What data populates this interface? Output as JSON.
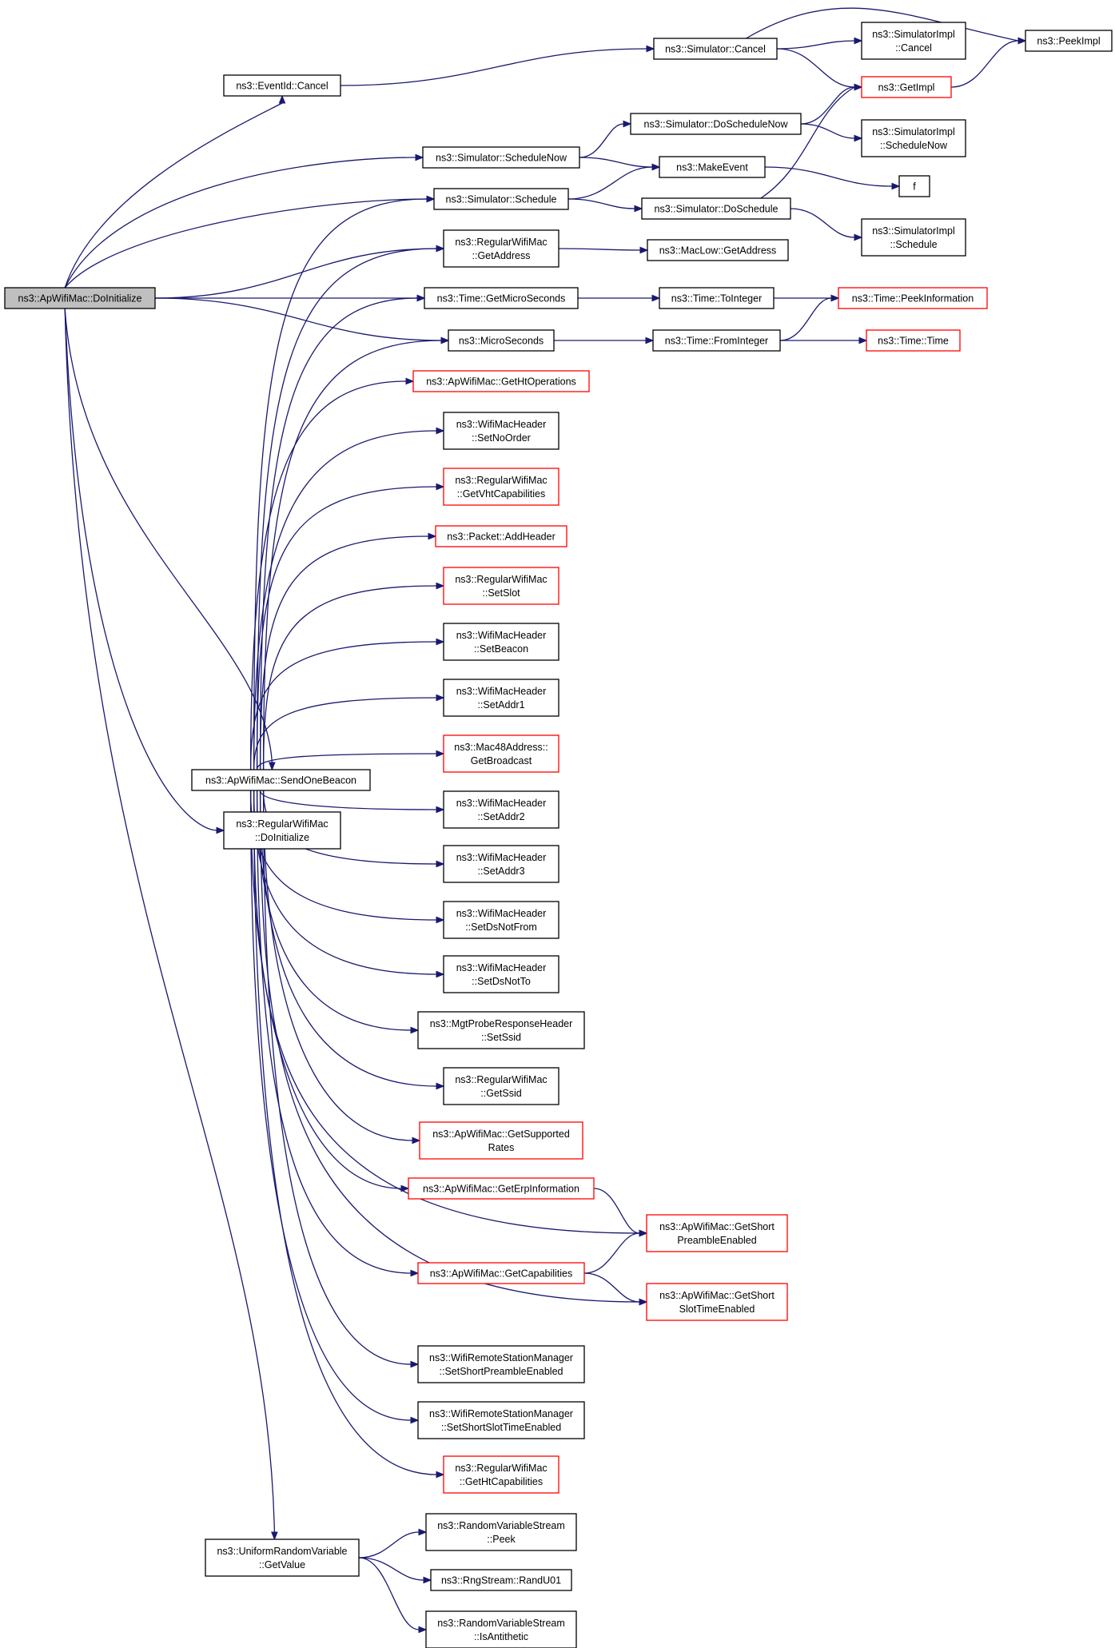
{
  "colors": {
    "edge": "#191970",
    "node_border": "#000000",
    "truncated_border": "#ff0000",
    "root_fill": "#bfbfbf",
    "node_fill": "#ffffff"
  },
  "nodes": [
    {
      "id": "root",
      "lines": [
        "ns3::ApWifiMac::DoInitialize"
      ],
      "root": true,
      "truncated": false
    },
    {
      "id": "eventid_cancel",
      "lines": [
        "ns3::EventId::Cancel"
      ],
      "truncated": false
    },
    {
      "id": "sim_cancel",
      "lines": [
        "ns3::Simulator::Cancel"
      ],
      "truncated": false
    },
    {
      "id": "simimpl_cancel",
      "lines": [
        "ns3::SimulatorImpl",
        "::Cancel"
      ],
      "truncated": false
    },
    {
      "id": "peekimpl",
      "lines": [
        "ns3::PeekImpl"
      ],
      "truncated": false
    },
    {
      "id": "getimpl",
      "lines": [
        "ns3::GetImpl"
      ],
      "truncated": true
    },
    {
      "id": "sim_doschedulenow",
      "lines": [
        "ns3::Simulator::DoScheduleNow"
      ],
      "truncated": false
    },
    {
      "id": "simimpl_schedulenow",
      "lines": [
        "ns3::SimulatorImpl",
        "::ScheduleNow"
      ],
      "truncated": false
    },
    {
      "id": "sim_schedulenow",
      "lines": [
        "ns3::Simulator::ScheduleNow"
      ],
      "truncated": false
    },
    {
      "id": "makeevent",
      "lines": [
        "ns3::MakeEvent"
      ],
      "truncated": false
    },
    {
      "id": "f",
      "lines": [
        "f"
      ],
      "truncated": false
    },
    {
      "id": "sim_schedule",
      "lines": [
        "ns3::Simulator::Schedule"
      ],
      "truncated": false
    },
    {
      "id": "sim_doschedule",
      "lines": [
        "ns3::Simulator::DoSchedule"
      ],
      "truncated": false
    },
    {
      "id": "simimpl_schedule",
      "lines": [
        "ns3::SimulatorImpl",
        "::Schedule"
      ],
      "truncated": false
    },
    {
      "id": "rwm_getaddress",
      "lines": [
        "ns3::RegularWifiMac",
        "::GetAddress"
      ],
      "truncated": false
    },
    {
      "id": "maclow_getaddress",
      "lines": [
        "ns3::MacLow::GetAddress"
      ],
      "truncated": false
    },
    {
      "id": "time_getmicroseconds",
      "lines": [
        "ns3::Time::GetMicroSeconds"
      ],
      "truncated": false
    },
    {
      "id": "time_tointeger",
      "lines": [
        "ns3::Time::ToInteger"
      ],
      "truncated": false
    },
    {
      "id": "time_peekinformation",
      "lines": [
        "ns3::Time::PeekInformation"
      ],
      "truncated": true
    },
    {
      "id": "microseconds",
      "lines": [
        "ns3::MicroSeconds"
      ],
      "truncated": false
    },
    {
      "id": "time_frominteger",
      "lines": [
        "ns3::Time::FromInteger"
      ],
      "truncated": false
    },
    {
      "id": "time_time",
      "lines": [
        "ns3::Time::Time"
      ],
      "truncated": true
    },
    {
      "id": "ap_gethtoperations",
      "lines": [
        "ns3::ApWifiMac::GetHtOperations"
      ],
      "truncated": true
    },
    {
      "id": "wmh_setnoorder",
      "lines": [
        "ns3::WifiMacHeader",
        "::SetNoOrder"
      ],
      "truncated": false
    },
    {
      "id": "rwm_getvhtcapabilities",
      "lines": [
        "ns3::RegularWifiMac",
        "::GetVhtCapabilities"
      ],
      "truncated": true
    },
    {
      "id": "packet_addheader",
      "lines": [
        "ns3::Packet::AddHeader"
      ],
      "truncated": true
    },
    {
      "id": "rwm_setslot",
      "lines": [
        "ns3::RegularWifiMac",
        "::SetSlot"
      ],
      "truncated": true
    },
    {
      "id": "wmh_setbeacon",
      "lines": [
        "ns3::WifiMacHeader",
        "::SetBeacon"
      ],
      "truncated": false
    },
    {
      "id": "wmh_setaddr1",
      "lines": [
        "ns3::WifiMacHeader",
        "::SetAddr1"
      ],
      "truncated": false
    },
    {
      "id": "mac48_getbroadcast",
      "lines": [
        "ns3::Mac48Address::",
        "GetBroadcast"
      ],
      "truncated": true
    },
    {
      "id": "sendonebeacon",
      "lines": [
        "ns3::ApWifiMac::SendOneBeacon"
      ],
      "truncated": false
    },
    {
      "id": "wmh_setaddr2",
      "lines": [
        "ns3::WifiMacHeader",
        "::SetAddr2"
      ],
      "truncated": false
    },
    {
      "id": "rwm_doinitialize",
      "lines": [
        "ns3::RegularWifiMac",
        "::DoInitialize"
      ],
      "truncated": false
    },
    {
      "id": "wmh_setaddr3",
      "lines": [
        "ns3::WifiMacHeader",
        "::SetAddr3"
      ],
      "truncated": false
    },
    {
      "id": "wmh_setdsnotfrom",
      "lines": [
        "ns3::WifiMacHeader",
        "::SetDsNotFrom"
      ],
      "truncated": false
    },
    {
      "id": "wmh_setdsnotto",
      "lines": [
        "ns3::WifiMacHeader",
        "::SetDsNotTo"
      ],
      "truncated": false
    },
    {
      "id": "mgt_setssid",
      "lines": [
        "ns3::MgtProbeResponseHeader",
        "::SetSsid"
      ],
      "truncated": false
    },
    {
      "id": "rwm_getssid",
      "lines": [
        "ns3::RegularWifiMac",
        "::GetSsid"
      ],
      "truncated": false
    },
    {
      "id": "ap_getsupportedrates",
      "lines": [
        "ns3::ApWifiMac::GetSupported",
        "Rates"
      ],
      "truncated": true
    },
    {
      "id": "ap_geterpinformation",
      "lines": [
        "ns3::ApWifiMac::GetErpInformation"
      ],
      "truncated": true
    },
    {
      "id": "ap_getshortpreamble",
      "lines": [
        "ns3::ApWifiMac::GetShort",
        "PreambleEnabled"
      ],
      "truncated": true
    },
    {
      "id": "ap_getcapabilities",
      "lines": [
        "ns3::ApWifiMac::GetCapabilities"
      ],
      "truncated": true
    },
    {
      "id": "ap_getshortslottime",
      "lines": [
        "ns3::ApWifiMac::GetShort",
        "SlotTimeEnabled"
      ],
      "truncated": true
    },
    {
      "id": "wrsm_setshortpreamble",
      "lines": [
        "ns3::WifiRemoteStationManager",
        "::SetShortPreambleEnabled"
      ],
      "truncated": false
    },
    {
      "id": "wrsm_setshortslottime",
      "lines": [
        "ns3::WifiRemoteStationManager",
        "::SetShortSlotTimeEnabled"
      ],
      "truncated": false
    },
    {
      "id": "rwm_gethtcapabilities",
      "lines": [
        "ns3::RegularWifiMac",
        "::GetHtCapabilities"
      ],
      "truncated": true
    },
    {
      "id": "urv_getvalue",
      "lines": [
        "ns3::UniformRandomVariable",
        "::GetValue"
      ],
      "truncated": false
    },
    {
      "id": "rvs_peek",
      "lines": [
        "ns3::RandomVariableStream",
        "::Peek"
      ],
      "truncated": false
    },
    {
      "id": "rngstream_randu01",
      "lines": [
        "ns3::RngStream::RandU01"
      ],
      "truncated": false
    },
    {
      "id": "rvs_isantithetic",
      "lines": [
        "ns3::RandomVariableStream",
        "::IsAntithetic"
      ],
      "truncated": false
    }
  ],
  "edges": [
    [
      "root",
      "eventid_cancel"
    ],
    [
      "root",
      "sim_schedulenow"
    ],
    [
      "root",
      "sim_schedule"
    ],
    [
      "root",
      "rwm_getaddress"
    ],
    [
      "root",
      "time_getmicroseconds"
    ],
    [
      "root",
      "microseconds"
    ],
    [
      "root",
      "sendonebeacon"
    ],
    [
      "root",
      "rwm_doinitialize"
    ],
    [
      "root",
      "urv_getvalue"
    ],
    [
      "eventid_cancel",
      "sim_cancel"
    ],
    [
      "sim_cancel",
      "simimpl_cancel"
    ],
    [
      "sim_cancel",
      "getimpl"
    ],
    [
      "sim_cancel",
      "peekimpl"
    ],
    [
      "getimpl",
      "peekimpl"
    ],
    [
      "sim_schedulenow",
      "sim_doschedulenow"
    ],
    [
      "sim_schedulenow",
      "makeevent"
    ],
    [
      "sim_doschedulenow",
      "getimpl"
    ],
    [
      "sim_doschedulenow",
      "simimpl_schedulenow"
    ],
    [
      "sim_schedule",
      "makeevent"
    ],
    [
      "sim_schedule",
      "sim_doschedule"
    ],
    [
      "sim_doschedule",
      "getimpl"
    ],
    [
      "sim_doschedule",
      "simimpl_schedule"
    ],
    [
      "makeevent",
      "f"
    ],
    [
      "rwm_getaddress",
      "maclow_getaddress"
    ],
    [
      "time_getmicroseconds",
      "time_tointeger"
    ],
    [
      "time_tointeger",
      "time_peekinformation"
    ],
    [
      "microseconds",
      "time_frominteger"
    ],
    [
      "time_frominteger",
      "time_peekinformation"
    ],
    [
      "time_frominteger",
      "time_time"
    ],
    [
      "sendonebeacon",
      "sim_schedule"
    ],
    [
      "sendonebeacon",
      "rwm_getaddress"
    ],
    [
      "sendonebeacon",
      "time_getmicroseconds"
    ],
    [
      "sendonebeacon",
      "microseconds"
    ],
    [
      "sendonebeacon",
      "ap_gethtoperations"
    ],
    [
      "sendonebeacon",
      "wmh_setnoorder"
    ],
    [
      "sendonebeacon",
      "rwm_getvhtcapabilities"
    ],
    [
      "sendonebeacon",
      "packet_addheader"
    ],
    [
      "sendonebeacon",
      "rwm_setslot"
    ],
    [
      "sendonebeacon",
      "wmh_setbeacon"
    ],
    [
      "sendonebeacon",
      "wmh_setaddr1"
    ],
    [
      "sendonebeacon",
      "mac48_getbroadcast"
    ],
    [
      "sendonebeacon",
      "wmh_setaddr2"
    ],
    [
      "sendonebeacon",
      "wmh_setaddr3"
    ],
    [
      "sendonebeacon",
      "wmh_setdsnotfrom"
    ],
    [
      "sendonebeacon",
      "wmh_setdsnotto"
    ],
    [
      "sendonebeacon",
      "mgt_setssid"
    ],
    [
      "sendonebeacon",
      "rwm_getssid"
    ],
    [
      "sendonebeacon",
      "ap_getsupportedrates"
    ],
    [
      "sendonebeacon",
      "ap_geterpinformation"
    ],
    [
      "sendonebeacon",
      "ap_getshortpreamble"
    ],
    [
      "sendonebeacon",
      "ap_getcapabilities"
    ],
    [
      "sendonebeacon",
      "ap_getshortslottime"
    ],
    [
      "sendonebeacon",
      "wrsm_setshortpreamble"
    ],
    [
      "sendonebeacon",
      "wrsm_setshortslottime"
    ],
    [
      "sendonebeacon",
      "rwm_gethtcapabilities"
    ],
    [
      "ap_geterpinformation",
      "ap_getshortpreamble"
    ],
    [
      "ap_getcapabilities",
      "ap_getshortpreamble"
    ],
    [
      "ap_getcapabilities",
      "ap_getshortslottime"
    ],
    [
      "urv_getvalue",
      "rvs_peek"
    ],
    [
      "urv_getvalue",
      "rngstream_randu01"
    ],
    [
      "urv_getvalue",
      "rvs_isantithetic"
    ]
  ]
}
